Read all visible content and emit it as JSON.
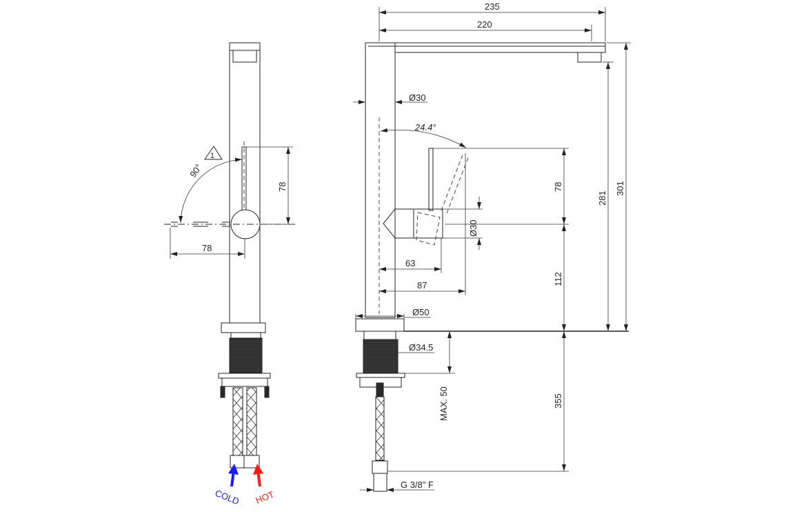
{
  "drawing": {
    "left_view": {
      "angle_label": "90°",
      "warning_number": "1",
      "dim_handle_height": "78",
      "dim_handle_swing": "78",
      "cold_label": "COLD",
      "hot_label": "HOT",
      "cold_color": "#1a1aff",
      "hot_color": "#ff1a1a"
    },
    "side_view": {
      "dim_total_reach": "235",
      "dim_spout_reach": "220",
      "dim_body_diameter": "Ø30",
      "angle_label": "24.4°",
      "dim_handle_height": "78",
      "dim_handle_diameter": "Ø30",
      "dim_63": "63",
      "dim_87": "87",
      "dim_112": "112",
      "dim_281": "281",
      "dim_301": "301",
      "dim_base_diameter": "Ø50",
      "dim_thread_diameter": "Ø34.5",
      "dim_max_deck": "MAX. 50",
      "dim_355": "355",
      "connection": "G 3/8\" F"
    }
  }
}
